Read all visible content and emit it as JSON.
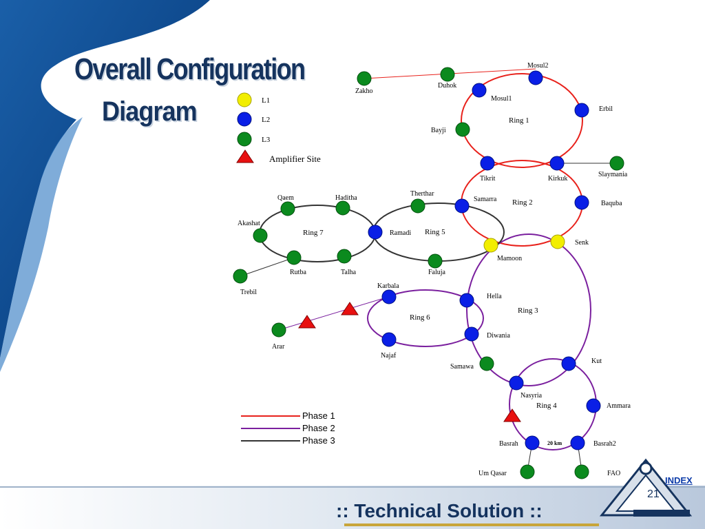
{
  "slide": {
    "title_line1": "Overall Configuration",
    "title_line2": "Diagram",
    "footer": ":: Technical Solution ::",
    "index_link": "INDEX",
    "page_number": "21"
  },
  "legend": {
    "l1": "L1",
    "l2": "L2",
    "l3": "L3",
    "amplifier": "Amplifier Site",
    "phase1": "Phase 1",
    "phase2": "Phase 2",
    "phase3": "Phase 3"
  },
  "colors": {
    "phase1": "#e8211b",
    "phase2": "#7a1f9e",
    "phase3": "#333333",
    "l1": "#f2ee00",
    "l2": "#0a1fe6",
    "l3": "#0b8a1e",
    "amplifier": "#e81010",
    "title": "#15335e"
  },
  "rings": {
    "r1": "Ring 1",
    "r2": "Ring 2",
    "r3": "Ring 3",
    "r4": "Ring 4",
    "r5": "Ring 5",
    "r6": "Ring 6",
    "r7": "Ring 7"
  },
  "sites": {
    "zakho": "Zakho",
    "duhok": "Duhok",
    "mosul2": "Mosul2",
    "mosul1": "Mosul1",
    "erbil": "Erbil",
    "bayji": "Bayji",
    "tikrit": "Tikrit",
    "kirkuk": "Kirkuk",
    "slaymania": "Slaymania",
    "samarra": "Samarra",
    "baquba": "Baquba",
    "therthar": "Therthar",
    "ramadi": "Ramadi",
    "faluja": "Faluja",
    "mamoon": "Mamoon",
    "senk": "Senk",
    "qaem": "Qaem",
    "haditha": "Haditha",
    "akashat": "Akashat",
    "rutba": "Rutba",
    "talha": "Talha",
    "trebil": "Trebil",
    "karbala": "Karbala",
    "hella": "Hella",
    "diwania": "Diwania",
    "najaf": "Najaf",
    "arar": "Arar",
    "samawa": "Samawa",
    "kut": "Kut",
    "nasyria": "Nasyria",
    "ammara": "Ammara",
    "basrah": "Basrah",
    "basrah2": "Basrah2",
    "um_qasar": "Um Qasar",
    "fao": "FAO",
    "distance_20km": "20 km"
  }
}
